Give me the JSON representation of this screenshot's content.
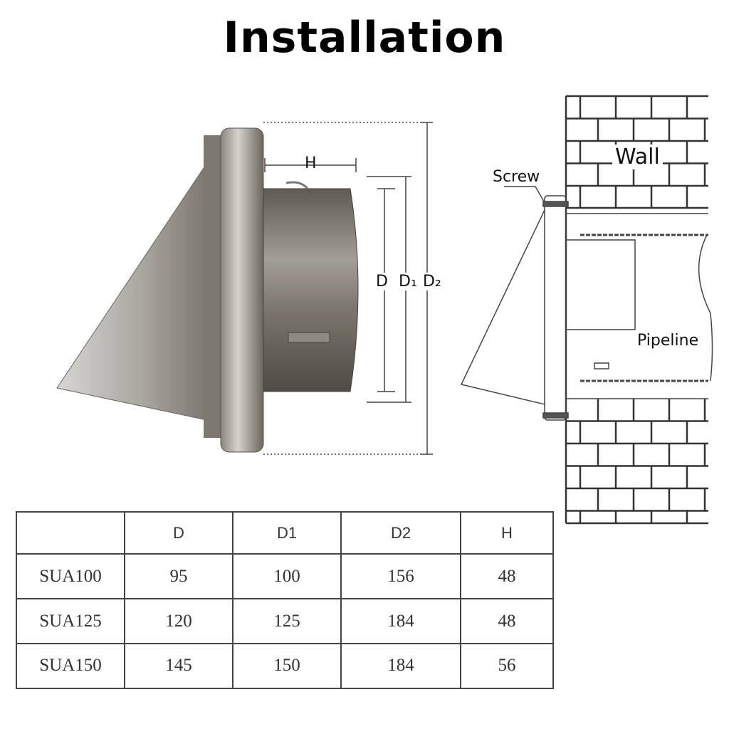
{
  "title": "Installation",
  "product_labels": {
    "h": "H",
    "d": "D",
    "d1": "D₁",
    "d2": "D₂"
  },
  "wall_diagram": {
    "wall": "Wall",
    "screw": "Screw",
    "pipeline": "Pipeline"
  },
  "table": {
    "headers": [
      "",
      "D",
      "D1",
      "D2",
      "H"
    ],
    "rows": [
      [
        "SUA100",
        "95",
        "100",
        "156",
        "48"
      ],
      [
        "SUA125",
        "120",
        "125",
        "184",
        "48"
      ],
      [
        "SUA150",
        "145",
        "150",
        "184",
        "56"
      ]
    ]
  }
}
